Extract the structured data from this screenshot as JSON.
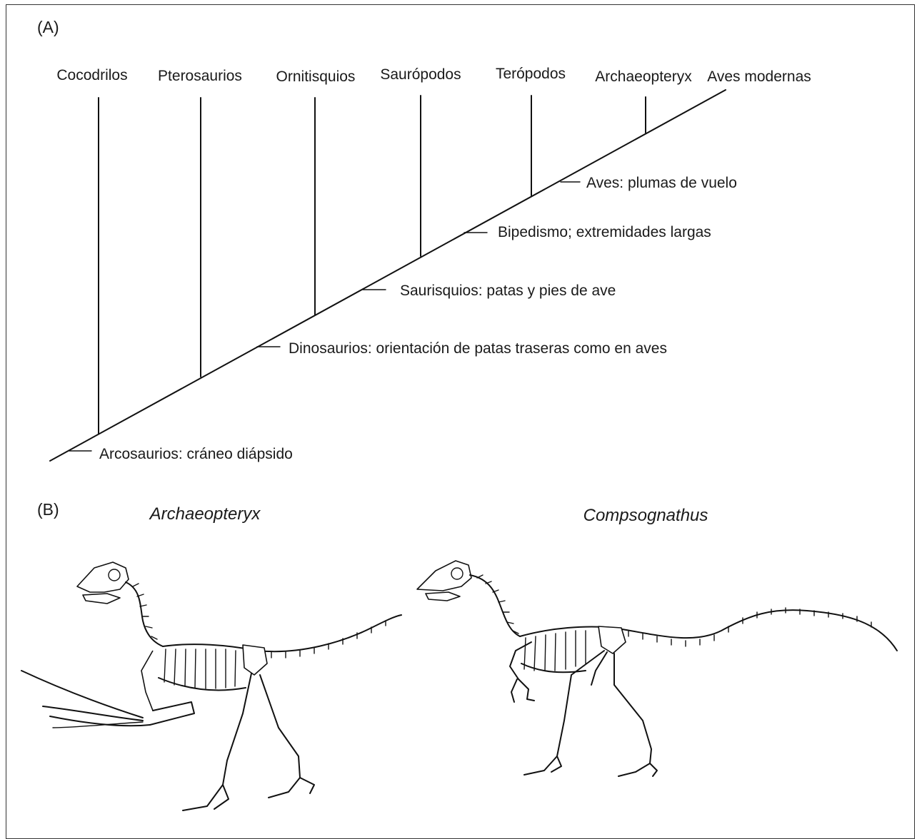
{
  "panel_a": {
    "label": "(A)",
    "taxa": [
      "Cocodrilos",
      "Pterosaurios",
      "Ornitisquios",
      "Saurópodos",
      "Terópodos",
      "Archaeopteryx",
      "Aves modernas"
    ],
    "characters": [
      "Arcosaurios: cráneo diápsido",
      "Dinosaurios: orientación de patas traseras como en aves",
      "Saurisquios: patas y pies de ave",
      "Bipedismo; extremidades largas",
      "Aves: plumas de vuelo"
    ]
  },
  "panel_b": {
    "label": "(B)",
    "species_left": "Archaeopteryx",
    "species_right": "Compsognathus"
  },
  "colors": {
    "ink": "#1a1a1a",
    "background": "#ffffff"
  }
}
